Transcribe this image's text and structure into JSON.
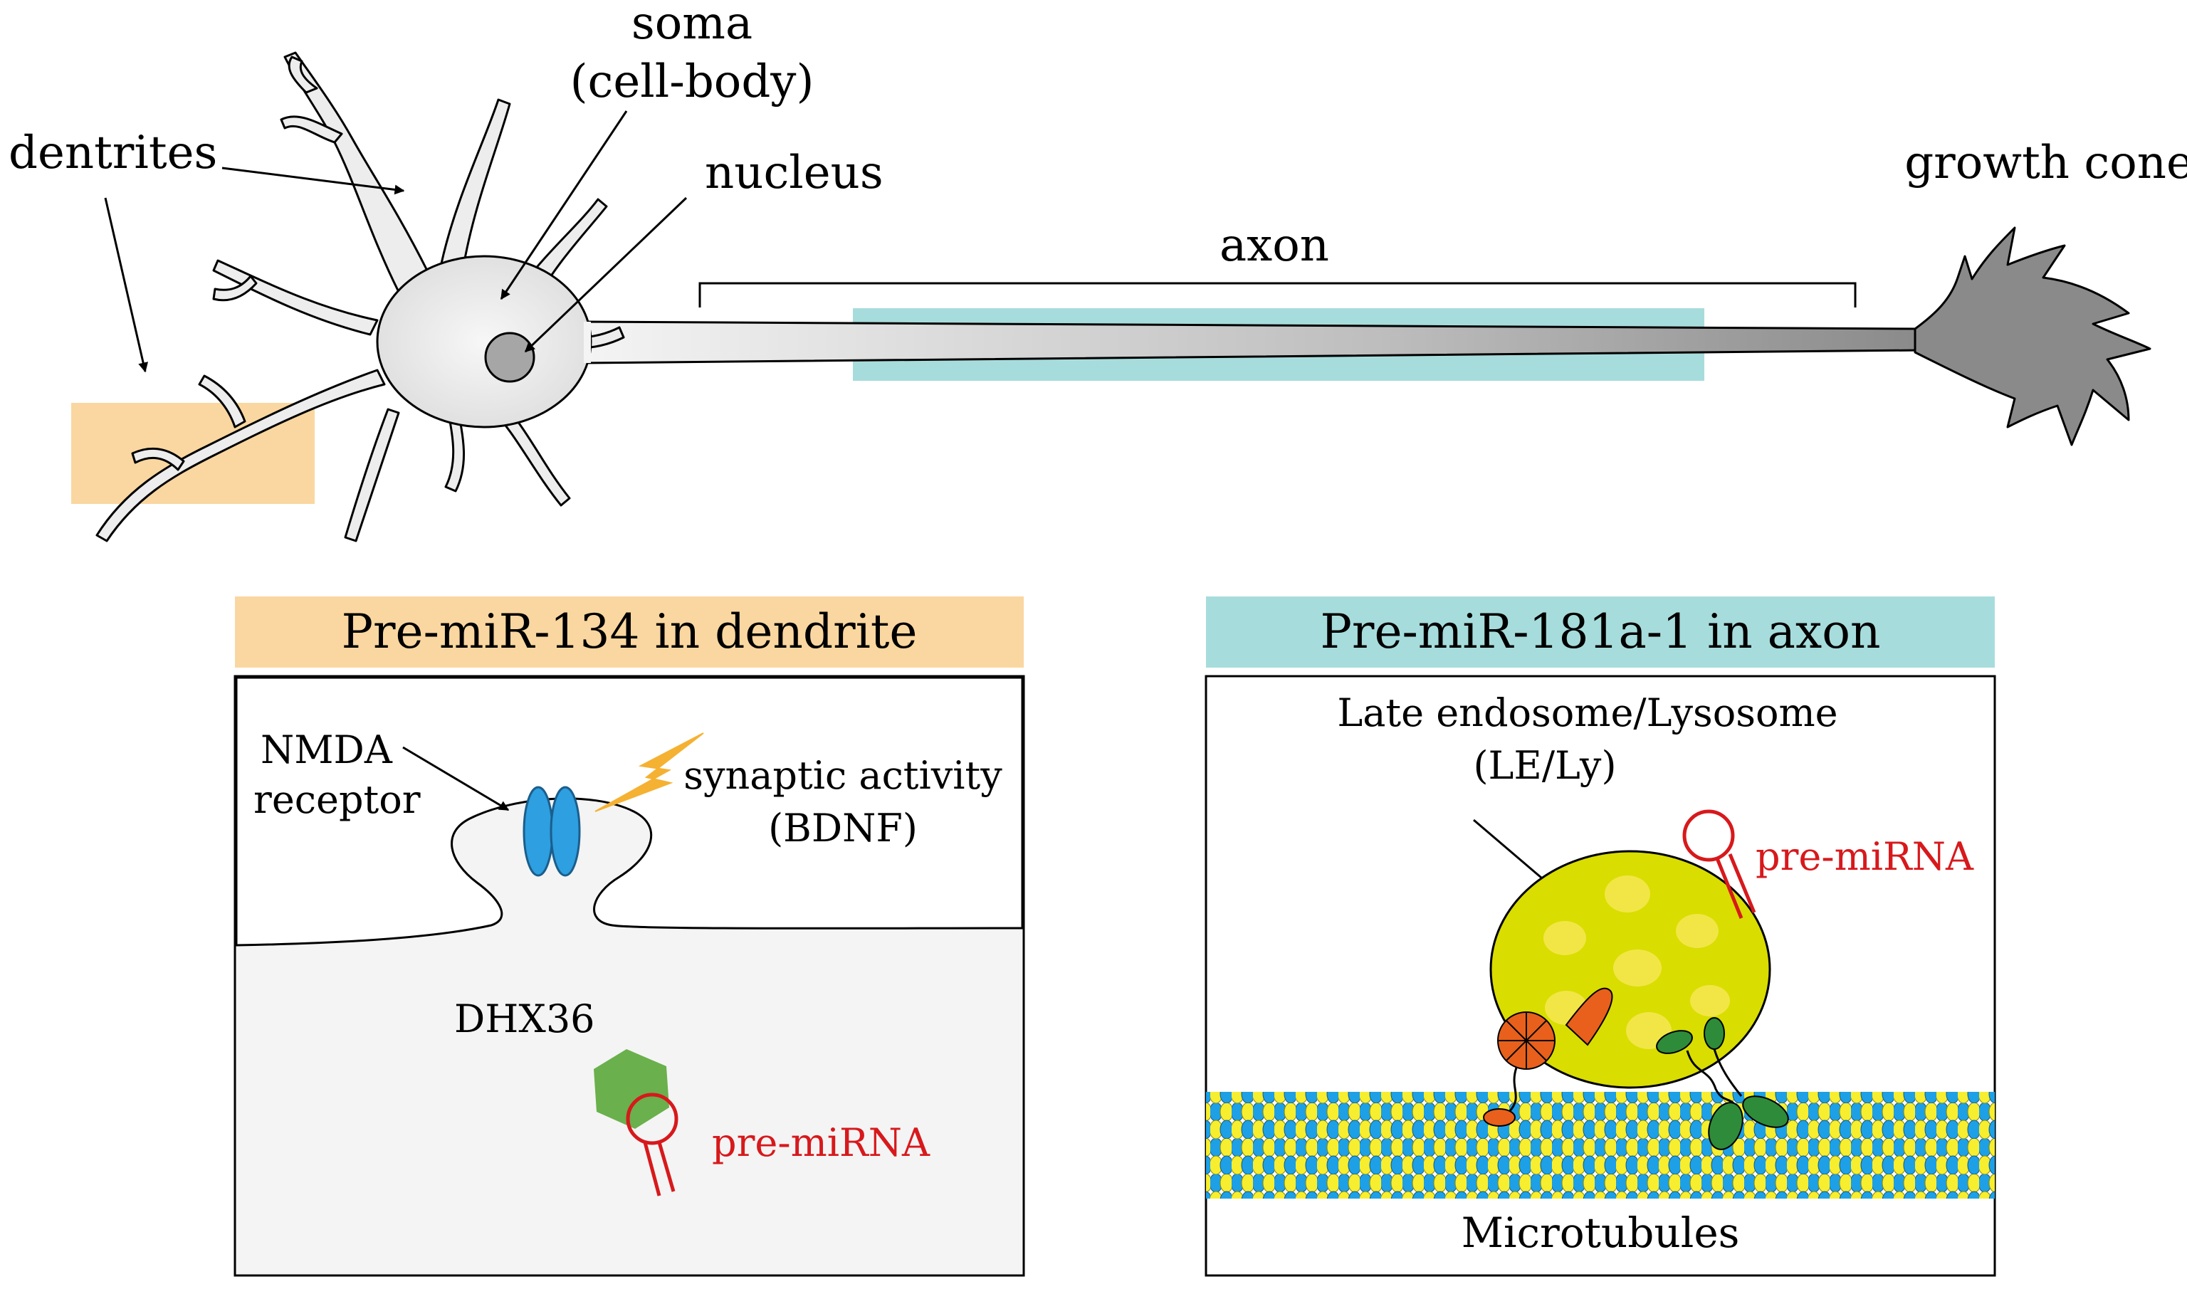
{
  "neuron": {
    "labels": {
      "soma_line1": "soma",
      "soma_line2": "(cell-body)",
      "dentrites": "dentrites",
      "nucleus": "nucleus",
      "axon": "axon",
      "growth_cone": "growth cone"
    }
  },
  "dendrite_panel": {
    "title": "Pre-miR-134 in dendrite",
    "nmda_line1": "NMDA",
    "nmda_line2": "receptor",
    "synaptic_line1": "synaptic activity",
    "synaptic_line2": "(BDNF)",
    "dhx36": "DHX36",
    "premirna": "pre-miRNA"
  },
  "axon_panel": {
    "title": "Pre-miR-181a-1 in axon",
    "le_line1": "Late endosome/Lysosome",
    "le_line2": "(LE/Ly)",
    "premirna": "pre-miRNA",
    "microtubules": "Microtubules"
  },
  "colors": {
    "dendrite_highlight": "#FAD7A0",
    "axon_highlight": "#A7DCDC",
    "premirna_red": "#D7191C",
    "nmda_blue": "#2E9FE0",
    "lightning": "#F5B132",
    "dhx36_green": "#6AB04C",
    "lysosome_yellow": "#D9DD00",
    "dynein_orange": "#E8601C",
    "kinesin_green": "#2E8B3A",
    "mt_blue": "#1EA0E6",
    "mt_yellow": "#F7EE2F"
  }
}
